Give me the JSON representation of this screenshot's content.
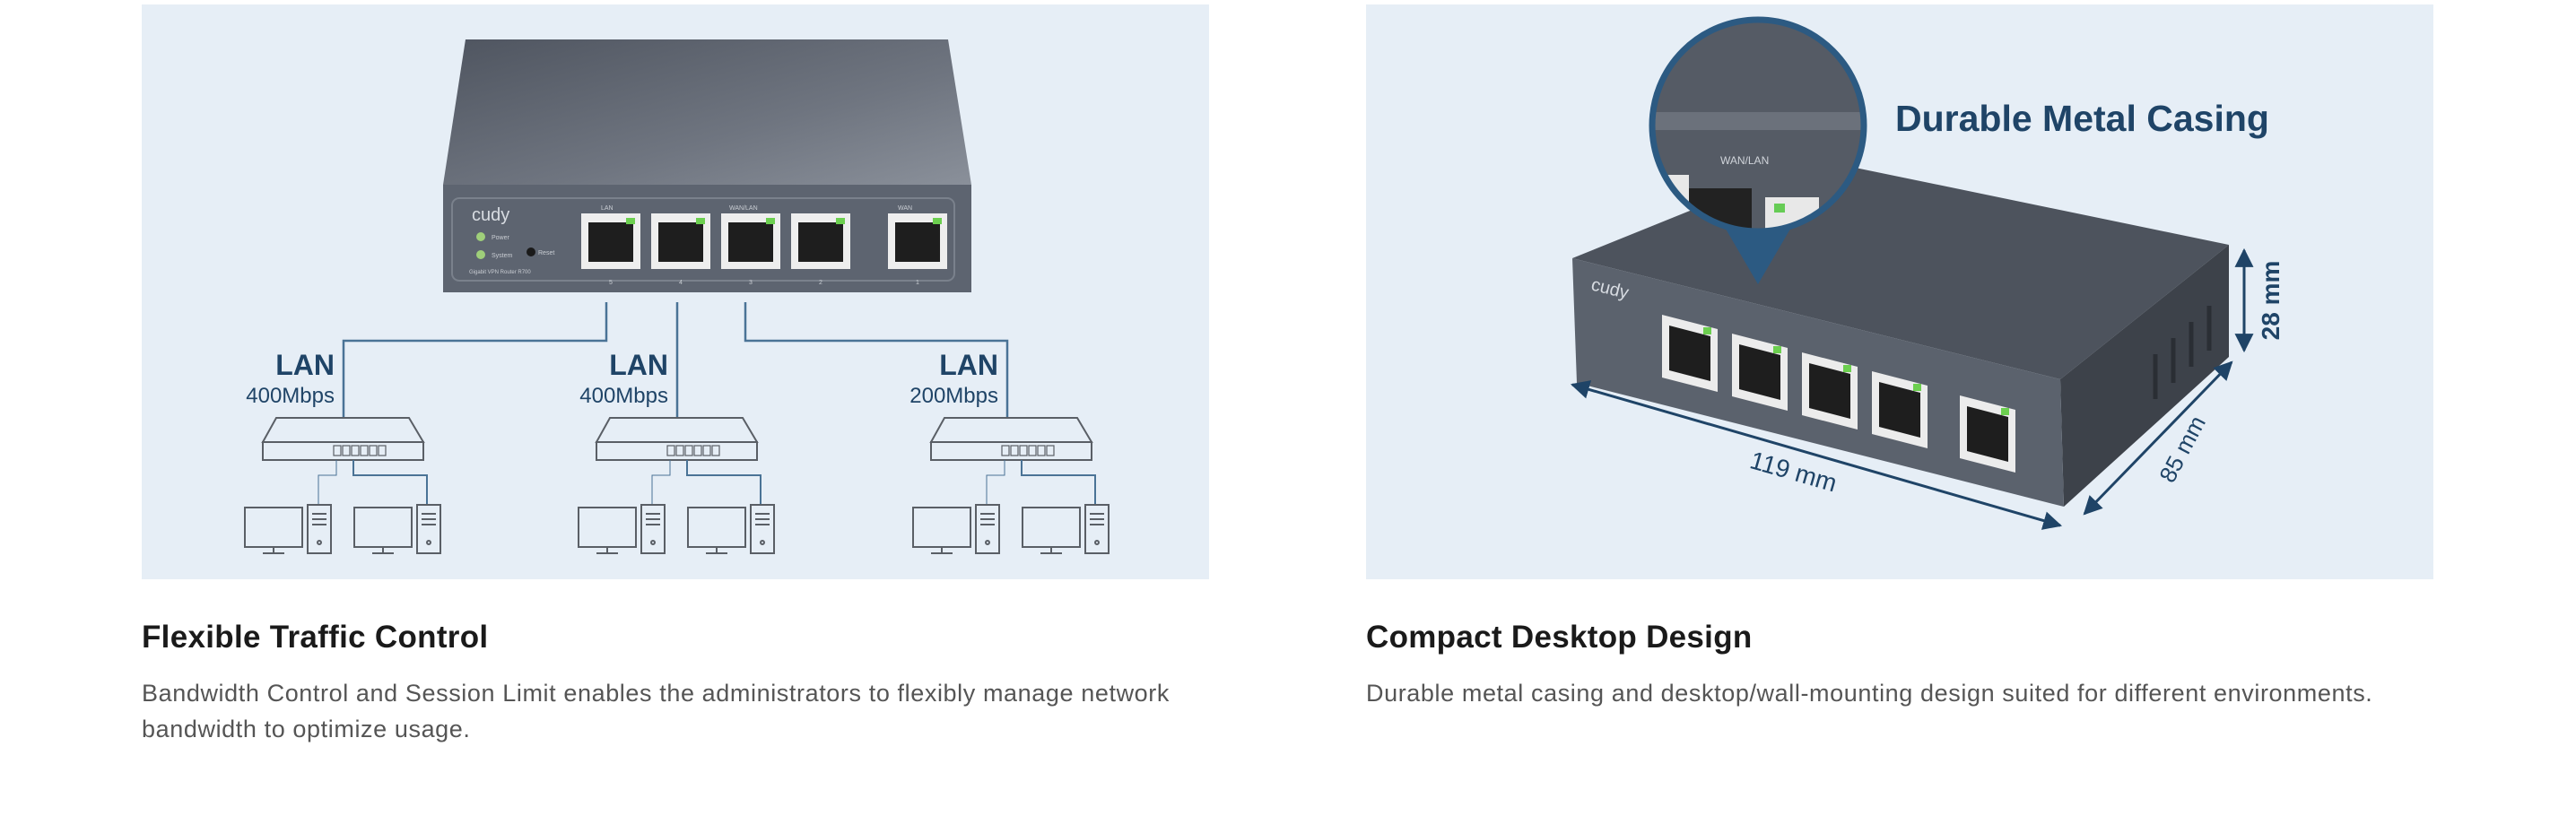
{
  "features": [
    {
      "title": "Flexible Traffic Control",
      "description": "Bandwidth Control and Session Limit enables the administrators to flexibly manage network bandwidth to optimize usage.",
      "image": {
        "brand_logo": "cudy",
        "router_labels": {
          "lan": "LAN",
          "wan_lan": "WAN/LAN",
          "wan": "WAN",
          "power": "Power",
          "system": "System",
          "reset": "Reset",
          "model": "Gigabit VPN Router  R700",
          "port_numbers": [
            "5",
            "4",
            "3",
            "2",
            "1"
          ]
        },
        "branches": [
          {
            "label": "LAN",
            "speed": "400Mbps"
          },
          {
            "label": "LAN",
            "speed": "400Mbps"
          },
          {
            "label": "LAN",
            "speed": "200Mbps"
          }
        ]
      }
    },
    {
      "title": "Compact Desktop Design",
      "description": "Durable metal casing and desktop/wall-mounting design suited for different environments.",
      "image": {
        "heading": "Durable Metal Casing",
        "brand_logo": "cudy",
        "zoom_label": "WAN/LAN",
        "dimensions": {
          "width": "119 mm",
          "depth": "85 mm",
          "height": "28 mm"
        }
      }
    }
  ],
  "colors": {
    "panel_bg": "#e6eef6",
    "accent_navy": "#1f4467",
    "line_blue": "#4a7396",
    "device_gray": "#5d6470"
  }
}
